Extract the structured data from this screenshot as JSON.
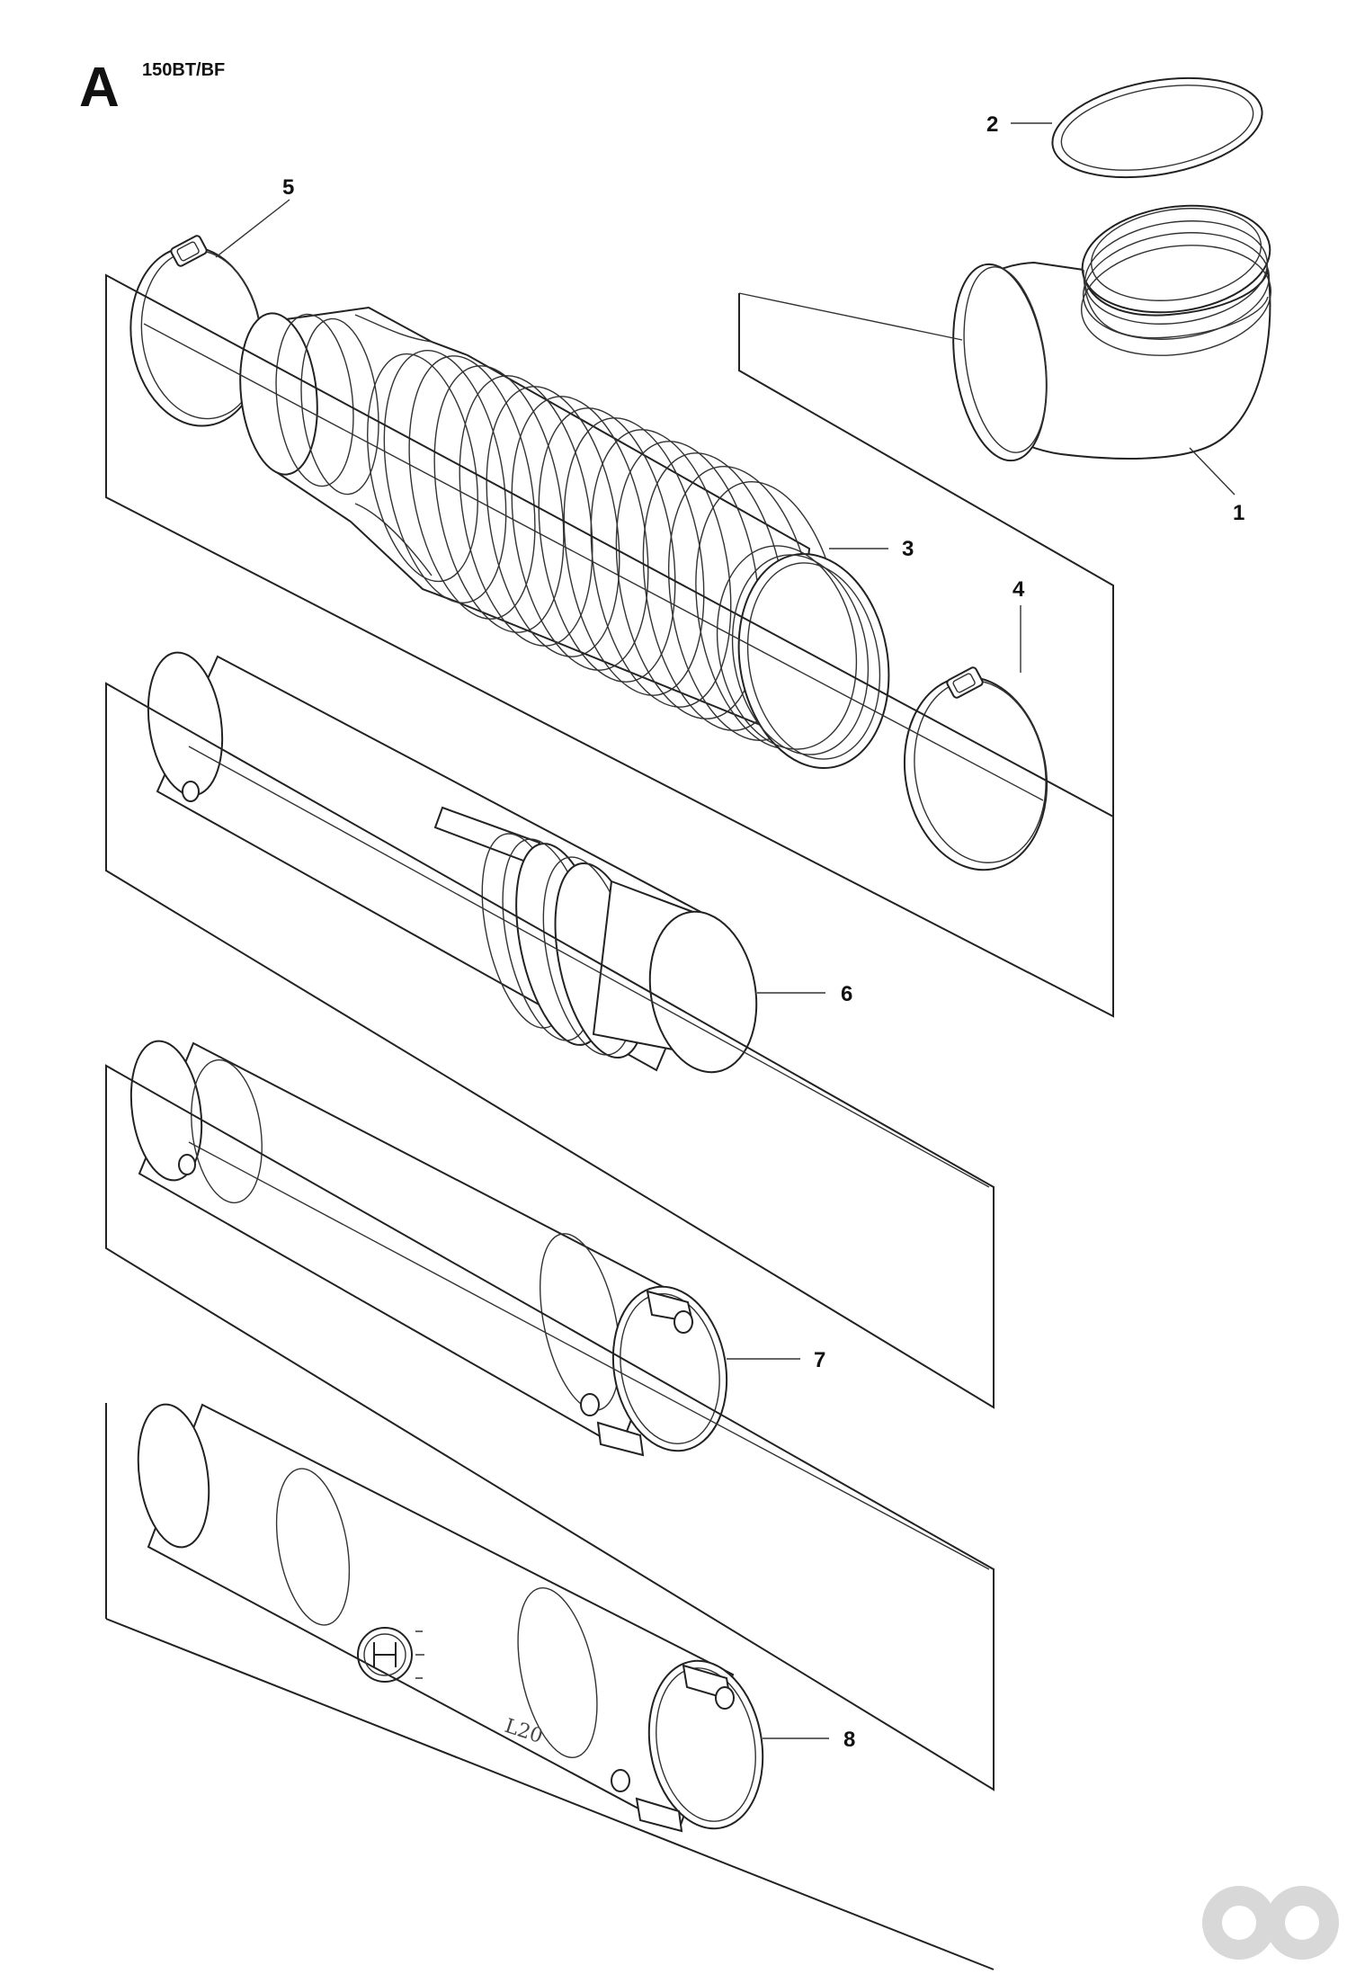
{
  "header": {
    "section_letter": "A",
    "model": "150BT/BF"
  },
  "callouts": {
    "c1": "1",
    "c2": "2",
    "c3": "3",
    "c4": "4",
    "c5": "5",
    "c6": "6",
    "c7": "7",
    "c8": "8"
  },
  "tube_stamp": "L20",
  "icons": {
    "logo": "husqvarna-logo",
    "watermark": "site-watermark-logo"
  },
  "colors": {
    "line": "#222222",
    "watermark": "#d8d8d8"
  }
}
